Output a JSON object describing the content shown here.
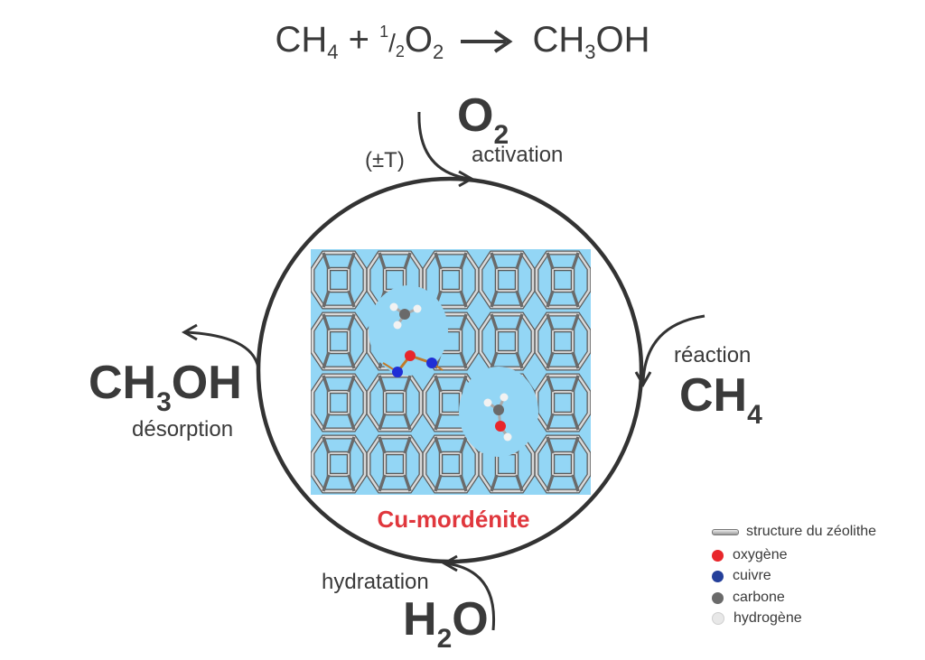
{
  "equation": {
    "reactant1": "CH",
    "reactant1_sub": "4",
    "plus": "+",
    "frac_num": "1",
    "frac_den": "2",
    "reactant2": "O",
    "reactant2_sub": "2",
    "product": "CH",
    "product_sub": "3",
    "product_tail": "OH"
  },
  "cycle": {
    "activation": {
      "species": "O",
      "species_sub": "2",
      "label": "activation",
      "condition": "(±T)"
    },
    "reaction": {
      "species": "CH",
      "species_sub": "4",
      "label": "réaction"
    },
    "hydration": {
      "species_pre": "H",
      "species_sub": "2",
      "species_post": "O",
      "label": "hydratation"
    },
    "desorption": {
      "species": "CH",
      "species_sub": "3",
      "species_post": "OH",
      "label": "désorption"
    },
    "catalyst": "Cu-mordénite"
  },
  "legend": [
    {
      "label": "structure du zéolithe",
      "color": "#b5b5b5",
      "shape": "bar"
    },
    {
      "label": "oxygène",
      "color": "#e8262b",
      "shape": "dot"
    },
    {
      "label": "cuivre",
      "color": "#243f9a",
      "shape": "dot"
    },
    {
      "label": "carbone",
      "color": "#6a6a6a",
      "shape": "dot"
    },
    {
      "label": "hydrogène",
      "color": "#e8e8e8",
      "shape": "dot"
    }
  ],
  "colors": {
    "text": "#3a3a3a",
    "catalyst": "#e0373d",
    "panel": "#93d6f5",
    "copper_atom": "#1f2fd6",
    "oxygen_atom": "#e8262b"
  }
}
